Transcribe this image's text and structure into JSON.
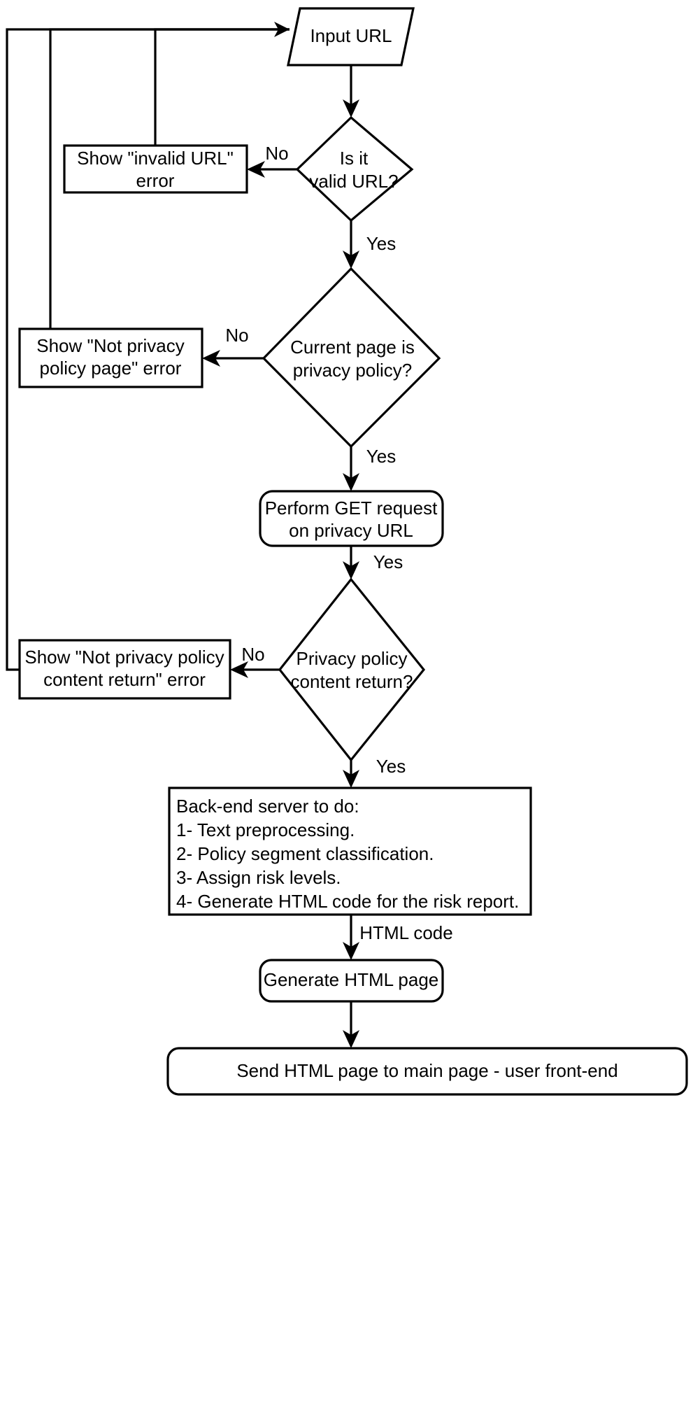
{
  "diagram": {
    "title": "Privacy policy risk report flowchart",
    "colors": {
      "stroke": "#000000",
      "fill": "#ffffff",
      "text": "#000000"
    },
    "nodes": {
      "input_url": {
        "shape": "parallelogram",
        "label": "Input URL"
      },
      "decision_valid_url": {
        "shape": "diamond",
        "line1": "Is it",
        "line2": "valid URL?"
      },
      "error_invalid_url": {
        "shape": "rectangle",
        "line1": "Show \"invalid URL\"",
        "line2": "error"
      },
      "decision_privacy_page": {
        "shape": "diamond",
        "line1": "Current page is",
        "line2": "privacy policy?"
      },
      "error_not_privacy_page": {
        "shape": "rectangle",
        "line1": "Show \"Not privacy",
        "line2": "policy page\" error"
      },
      "perform_get": {
        "shape": "rounded-rectangle",
        "line1": "Perform GET request",
        "line2": "on privacy URL"
      },
      "decision_content_return": {
        "shape": "diamond",
        "line1": "Privacy policy",
        "line2": "content return?"
      },
      "error_no_content": {
        "shape": "rectangle",
        "line1": "Show \"Not privacy policy",
        "line2": "content return\" error"
      },
      "backend_server": {
        "shape": "rectangle",
        "lines": [
          "Back-end server to do:",
          "1- Text preprocessing.",
          "2- Policy segment classification.",
          "3- Assign risk levels.",
          "4- Generate HTML code for the risk report."
        ]
      },
      "generate_html_page": {
        "shape": "rounded-rectangle",
        "label": "Generate  HTML page"
      },
      "send_html_page": {
        "shape": "rounded-rectangle",
        "label": "Send HTML page to main page - user front-end"
      }
    },
    "edge_labels": {
      "valid_url_no": "No",
      "valid_url_yes": "Yes",
      "privacy_page_no": "No",
      "privacy_page_yes": "Yes",
      "get_request_yes": "Yes",
      "content_return_no": "No",
      "content_return_yes": "Yes",
      "html_code": "HTML code"
    }
  }
}
